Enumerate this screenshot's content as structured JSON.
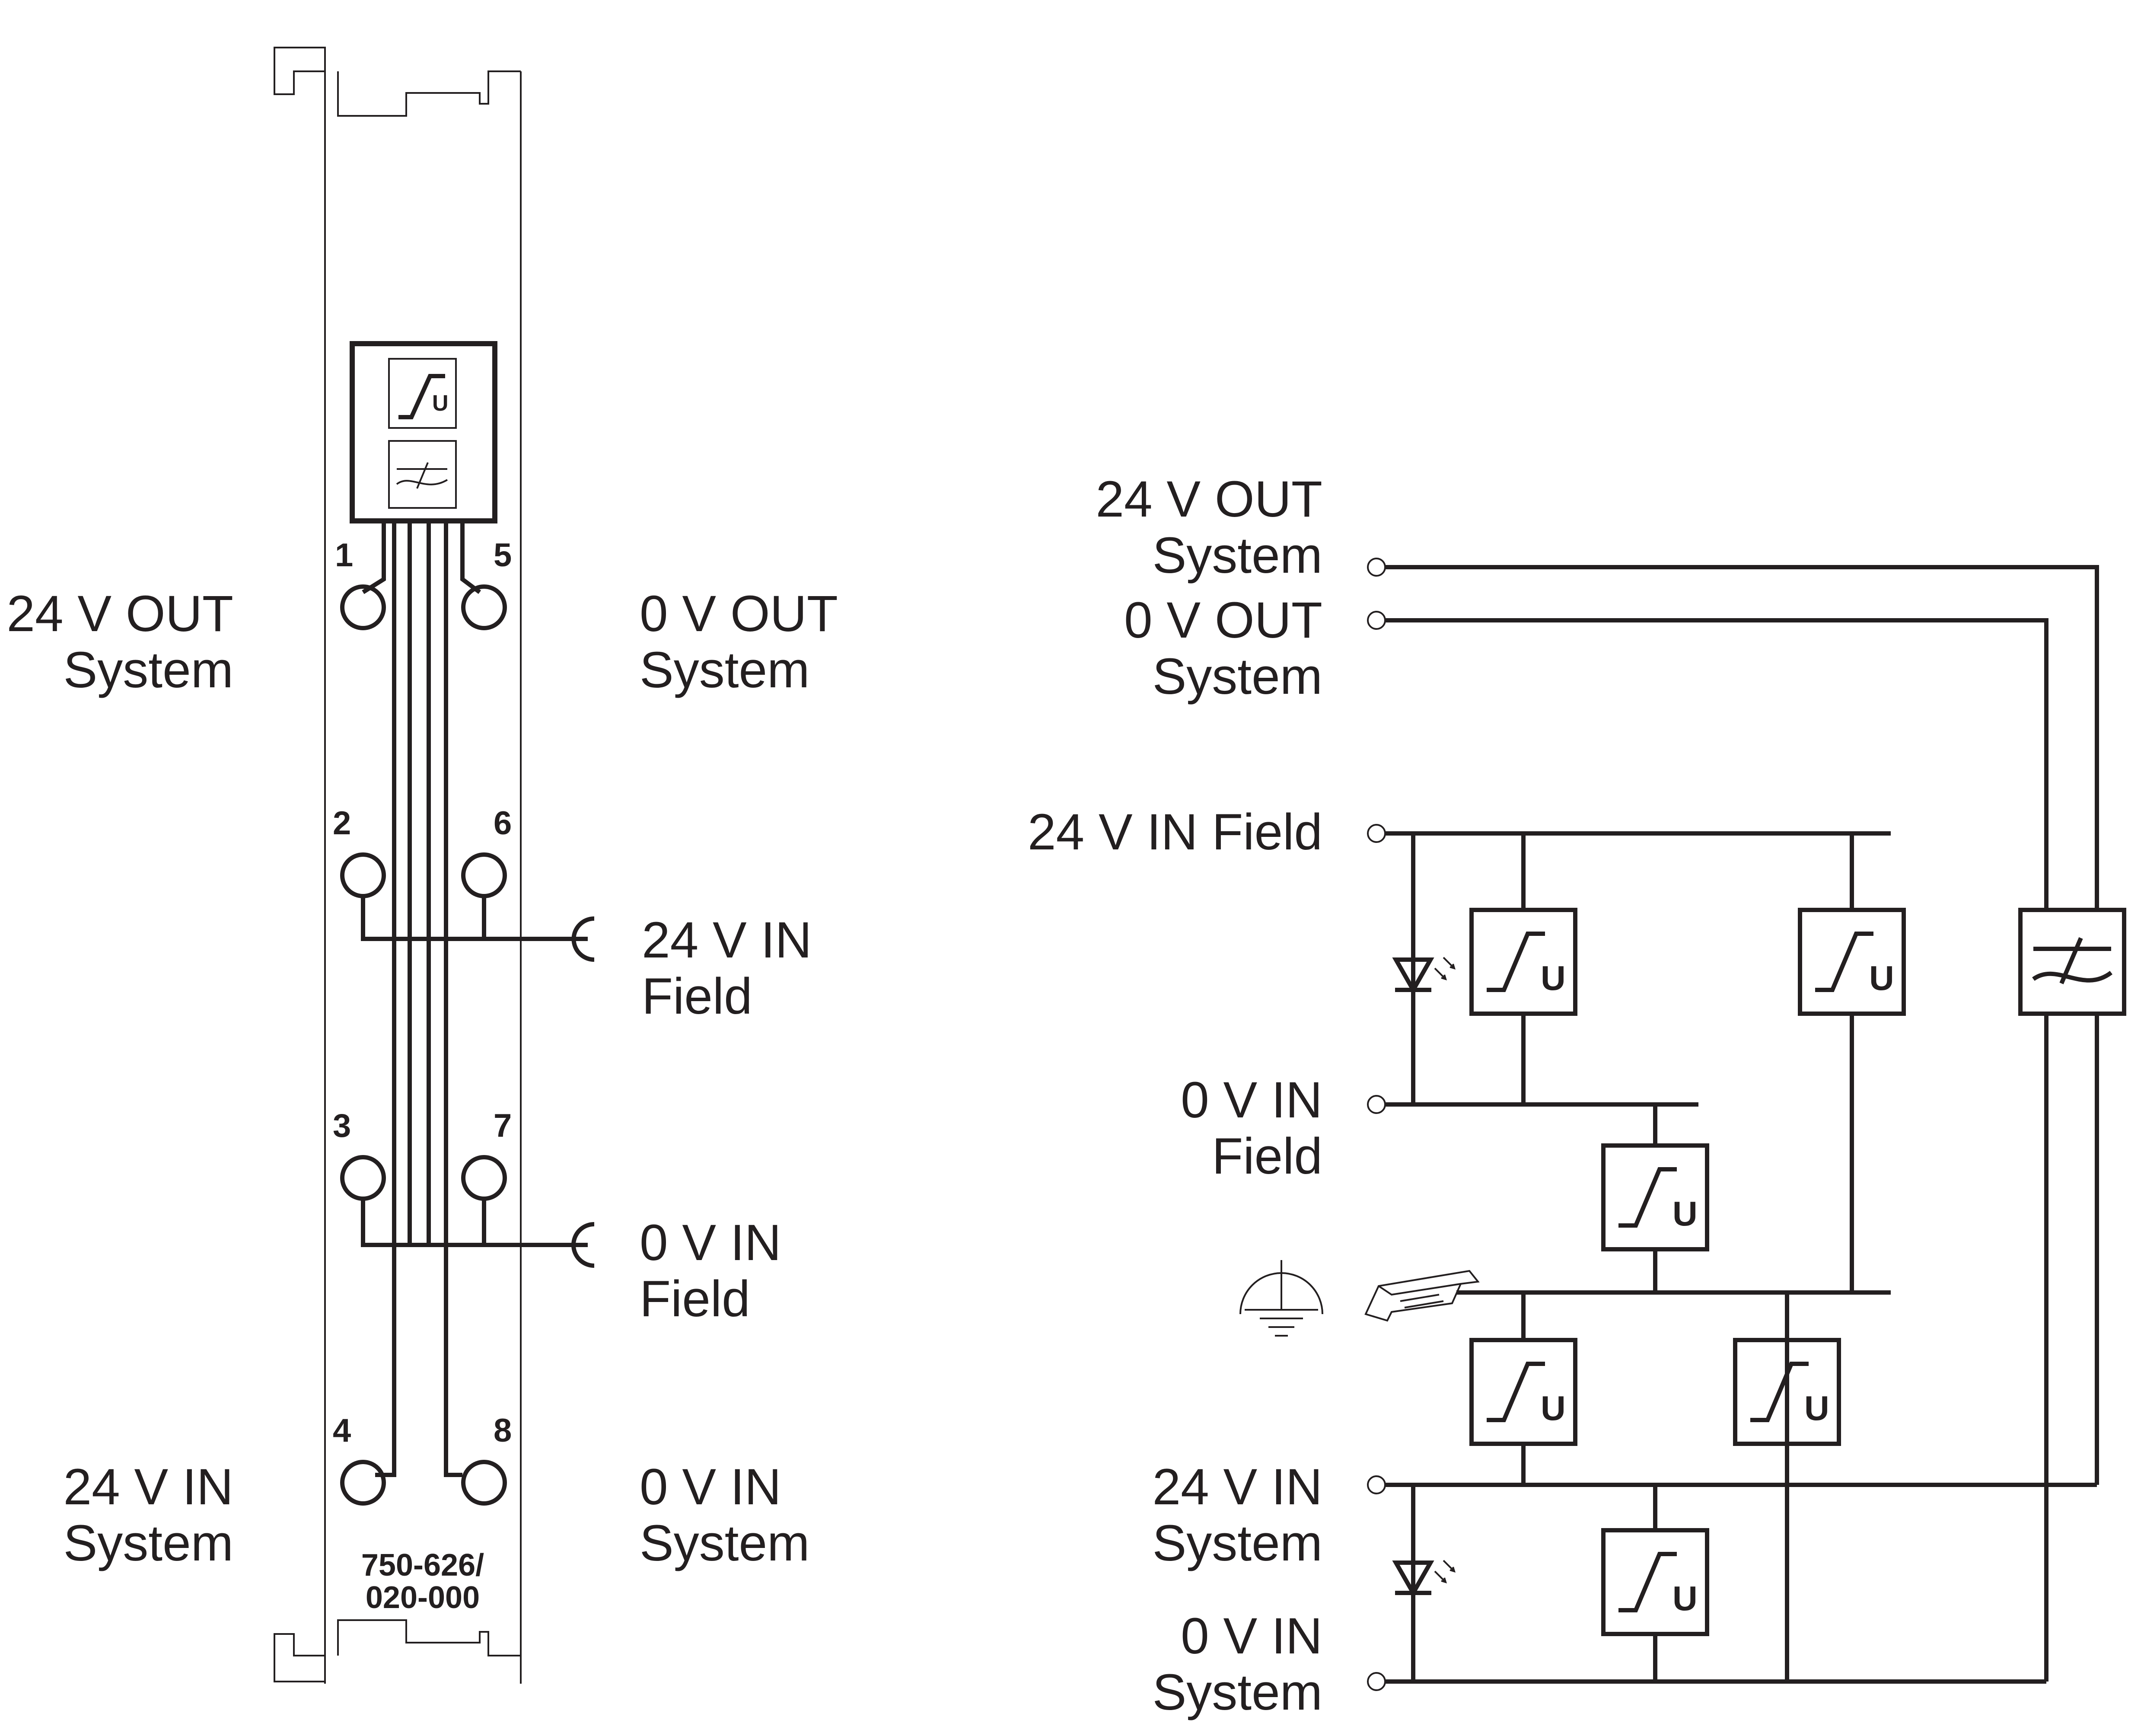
{
  "module": {
    "part_number_line1": "750-626/",
    "part_number_line2": "020-000",
    "terminals": [
      {
        "num": "1",
        "label": [
          "24 V OUT",
          "System"
        ]
      },
      {
        "num": "5",
        "label": [
          "0 V OUT",
          "System"
        ]
      },
      {
        "num": "2",
        "label": []
      },
      {
        "num": "6",
        "label": []
      },
      {
        "num": "3",
        "label": []
      },
      {
        "num": "7",
        "label": []
      },
      {
        "num": "4",
        "label": [
          "24 V IN",
          "System"
        ]
      },
      {
        "num": "8",
        "label": [
          "0 V IN",
          "System"
        ]
      }
    ],
    "field_24v_label": [
      "24 V IN",
      "Field"
    ],
    "field_0v_label": [
      "0 V IN",
      "Field"
    ],
    "symbols": [
      "surge-protection-symbol",
      "filter-symbol"
    ]
  },
  "schematic": {
    "inputs": [
      {
        "label": [
          "24 V OUT",
          "System"
        ]
      },
      {
        "label": [
          "0 V OUT",
          "System"
        ]
      },
      {
        "label": [
          "24 V IN Field"
        ]
      },
      {
        "label": [
          "0 V IN",
          "Field"
        ]
      },
      {
        "label": [
          "24 V IN",
          "System"
        ]
      },
      {
        "label": [
          "0 V IN",
          "System"
        ]
      }
    ],
    "surge_symbol_letter": "U",
    "icons": [
      "ground-icon",
      "din-rail-icon",
      "led-icon",
      "filter-symbol"
    ]
  }
}
